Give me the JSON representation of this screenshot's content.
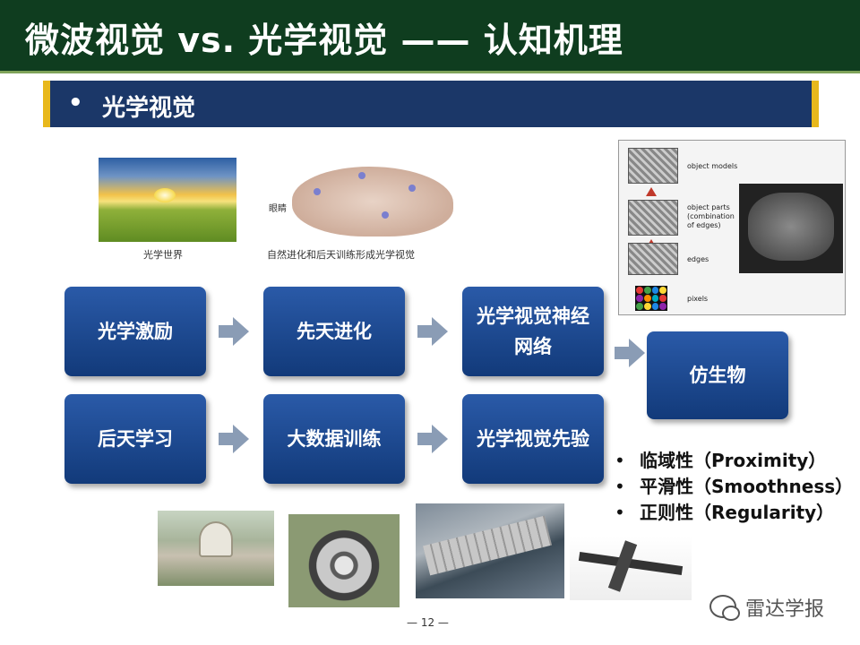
{
  "header": {
    "title": "微波视觉 vs. 光学视觉 —— 认知机理",
    "colors": {
      "title_bg": "#0f3d1f",
      "section_bg": "#1b3768",
      "section_accent": "#e8b81c"
    }
  },
  "section": {
    "bullet": "•",
    "title": "光学视觉"
  },
  "figures": {
    "sunset_caption": "光学世界",
    "brain_caption": "自然进化和后天训练形成光学视觉",
    "brain_eye_label": "眼睛",
    "cnn": {
      "labels": [
        "object models",
        "object parts (combination of edges)",
        "edges",
        "pixels"
      ]
    }
  },
  "flow": {
    "row1": [
      "光学激励",
      "先天进化",
      "光学视觉神经网络"
    ],
    "row2": [
      "后天学习",
      "大数据训练",
      "光学视觉先验"
    ],
    "result": "仿生物",
    "box_color": "#1e4a92"
  },
  "bullets": [
    "临域性（Proximity）",
    "平滑性（Smoothness）",
    "正则性（Regularity）"
  ],
  "footer": {
    "page": "— 12 —",
    "brand": "雷达学报"
  },
  "icons": [
    "wechat-icon"
  ]
}
